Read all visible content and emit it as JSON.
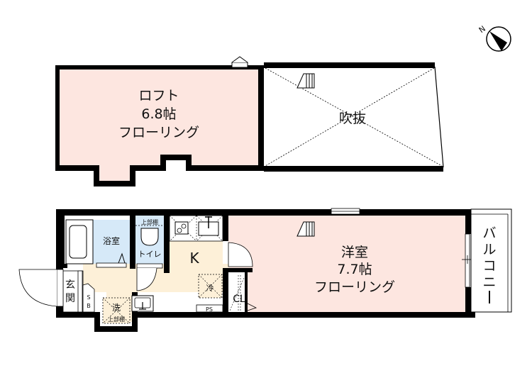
{
  "colors": {
    "wall": "#000000",
    "loft_floor": "#fde6e0",
    "western_room_floor": "#fde6e0",
    "bath_toilet": "#d6e9f8",
    "kitchen_entry": "#fdf0d8",
    "void": "#ffffff"
  },
  "compass": {
    "label": "N",
    "icon": "north-arrow-icon"
  },
  "upper_floor": {
    "loft": {
      "name": "ロフト",
      "size": "6.8帖",
      "flooring": "フローリング"
    },
    "void": {
      "name": "吹抜"
    }
  },
  "lower_floor": {
    "western_room": {
      "name": "洋室",
      "size": "7.7帖",
      "flooring": "フローリング"
    },
    "balcony": {
      "name_chars": [
        "バ",
        "ル",
        "コ",
        "ニ",
        "ー"
      ]
    },
    "bathroom": {
      "name": "浴室"
    },
    "toilet": {
      "name": "トイレ",
      "shelf": "上部棚"
    },
    "kitchen": {
      "name": "K"
    },
    "entrance": {
      "name_chars": [
        "玄",
        "関"
      ]
    },
    "shoebox": {
      "chars": [
        "S",
        "B"
      ]
    },
    "laundry": {
      "name": "洗",
      "shelf": "上部棚"
    },
    "fridge": {
      "name": "冷"
    },
    "pipe_space": {
      "name": "PS"
    },
    "closet": {
      "name": "CL"
    }
  }
}
